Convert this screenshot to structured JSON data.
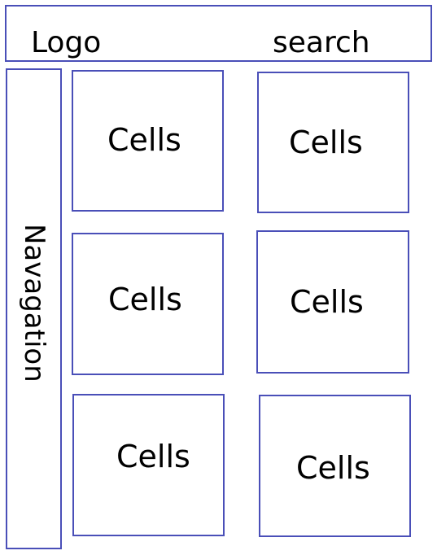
{
  "header": {
    "logo": "Logo",
    "search": "search"
  },
  "navigation": {
    "label": "Navagation"
  },
  "cells": [
    {
      "label": "Cells"
    },
    {
      "label": "Cells"
    },
    {
      "label": "Cells"
    },
    {
      "label": "Cells"
    },
    {
      "label": "Cells"
    },
    {
      "label": "Cells"
    }
  ],
  "colors": {
    "border": "#4a4fb8",
    "text": "#000000",
    "background": "#ffffff"
  }
}
